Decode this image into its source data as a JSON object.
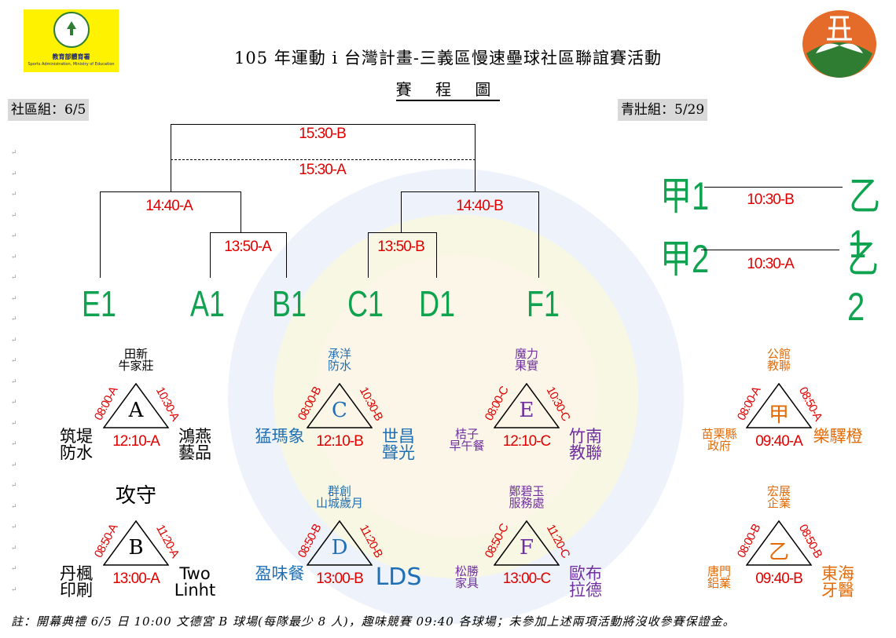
{
  "header": {
    "left_logo_line1": "教育部體育署",
    "left_logo_line2": "Sports Administration, Ministry of Education",
    "title": "105 年運動 i 台灣計畫-三義區慢速壘球社區聯誼賽活動",
    "subtitle": "賽 程 圖"
  },
  "groups": {
    "community_label": "社區組：6/5",
    "youth_label": "青壯組：5/29"
  },
  "bracket": {
    "final_b": "15:30-B",
    "final_a": "15:30-A",
    "semi_left": "14:40-A",
    "semi_right": "14:40-B",
    "qf_left": "13:50-A",
    "qf_right": "13:50-B",
    "teams": [
      "E1",
      "A1",
      "B1",
      "C1",
      "D1",
      "F1"
    ]
  },
  "youth": {
    "row1": {
      "left": "甲1",
      "time": "10:30-B",
      "right": "乙1"
    },
    "row2": {
      "left": "甲2",
      "time": "10:30-A",
      "right": "乙2"
    }
  },
  "pools": [
    {
      "letter": "A",
      "top1": "田新",
      "top2": "牛家莊",
      "left_edge": "08:00-A",
      "right_edge": "10:30-A",
      "bottom_left1": "筑堤",
      "bottom_left2": "防水",
      "bottom": "12:10-A",
      "bottom_right1": "鴻燕",
      "bottom_right2": "藝品",
      "color": "#000000"
    },
    {
      "letter": "C",
      "top1": "承洋",
      "top2": "防水",
      "left_edge": "08:00-B",
      "right_edge": "10:30-B",
      "bottom_left1": "猛瑪象",
      "bottom_left2": "",
      "bottom": "12:10-B",
      "bottom_right1": "世昌",
      "bottom_right2": "聲光",
      "color": "#1f6fb5"
    },
    {
      "letter": "E",
      "top1": "魔力",
      "top2": "果實",
      "left_edge": "08:00-C",
      "right_edge": "10:30-C",
      "bottom_left1": "桔子",
      "bottom_left2": "早午餐",
      "bottom": "12:10-C",
      "bottom_right1": "竹南",
      "bottom_right2": "教聯",
      "color": "#7030a0"
    },
    {
      "letter": "甲",
      "top1": "公館",
      "top2": "教聯",
      "left_edge": "08:00-A",
      "right_edge": "08:50-A",
      "bottom_left1": "苗栗縣",
      "bottom_left2": "政府",
      "bottom": "09:40-A",
      "bottom_right1": "樂驛橙",
      "bottom_right2": "",
      "color": "#e36c09"
    },
    {
      "letter": "B",
      "top1": "攻守",
      "top2": "",
      "left_edge": "08:50-A",
      "right_edge": "11:20-A",
      "bottom_left1": "丹楓",
      "bottom_left2": "印刷",
      "bottom": "13:00-A",
      "bottom_right1": "Two",
      "bottom_right2": "Linht",
      "color": "#000000"
    },
    {
      "letter": "D",
      "top1": "群創",
      "top2": "山城歲月",
      "left_edge": "08:50-B",
      "right_edge": "11:20-B",
      "bottom_left1": "盈味餐",
      "bottom_left2": "",
      "bottom": "13:00-B",
      "bottom_right1": "LDS",
      "bottom_right2": "",
      "color": "#1f6fb5"
    },
    {
      "letter": "F",
      "top1": "鄭碧玉",
      "top2": "服務處",
      "left_edge": "08:50-C",
      "right_edge": "11:20-C",
      "bottom_left1": "松勝",
      "bottom_left2": "家具",
      "bottom": "13:00-C",
      "bottom_right1": "歐布",
      "bottom_right2": "拉德",
      "color": "#7030a0"
    },
    {
      "letter": "乙",
      "top1": "宏展",
      "top2": "企業",
      "left_edge": "08:00-B",
      "right_edge": "08:50-B",
      "bottom_left1": "唐門",
      "bottom_left2": "鋁業",
      "bottom": "09:40-B",
      "bottom_right1": "東海",
      "bottom_right2": "牙醫",
      "color": "#e36c09"
    }
  ],
  "footer": "註：開幕典禮 6/5 日 10:00 文德宮 B 球場(每隊最少 8 人)，趣味競賽 09:40 各球場；未參加上述兩項活動將沒收參賽保證金。",
  "colors": {
    "time_red": "#e00000",
    "team_green": "#0fa350",
    "group_gray": "#d9d9d9"
  }
}
